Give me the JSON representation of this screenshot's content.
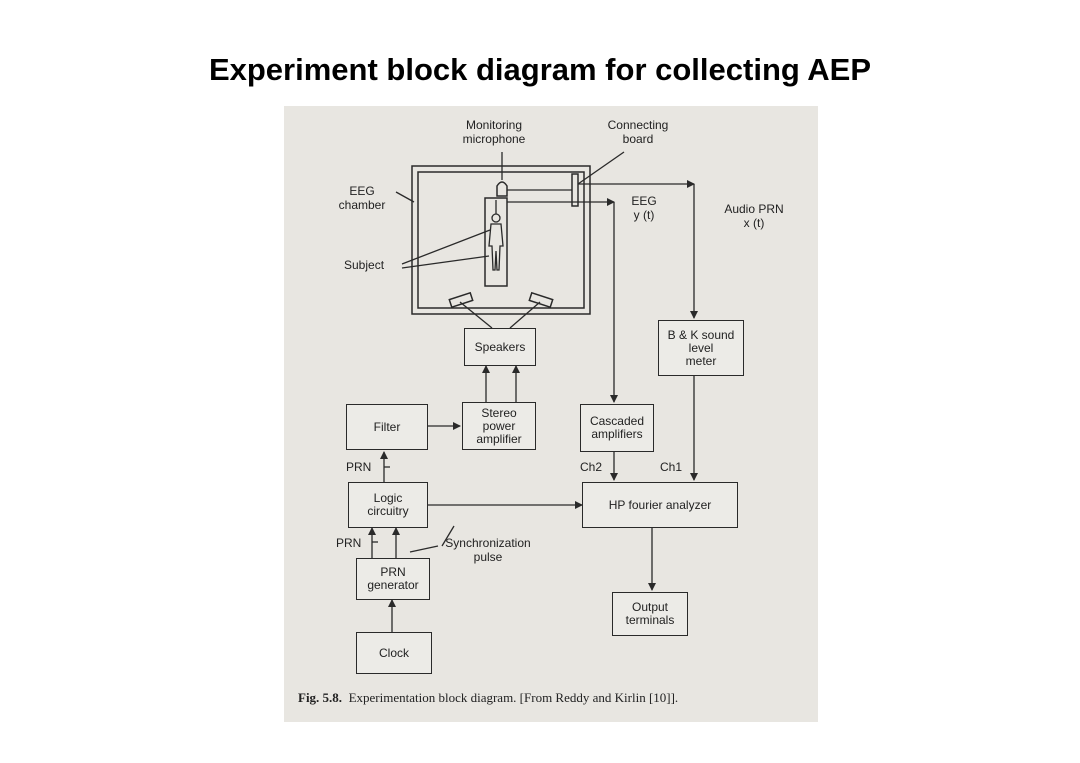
{
  "title": "Experiment block diagram for collecting AEP",
  "labels": {
    "monitoring_mic": "Monitoring\nmicrophone",
    "connecting_board": "Connecting\nboard",
    "eeg_chamber": "EEG\nchamber",
    "subject": "Subject",
    "eeg_signal": "EEG\ny (t)",
    "audio_prn": "Audio PRN\nx (t)",
    "prn_upper": "PRN",
    "prn_lower": "PRN",
    "ch2": "Ch2",
    "ch1": "Ch1",
    "sync_pulse": "Synchronization\npulse"
  },
  "blocks": {
    "speakers": "Speakers",
    "sound_meter": "B & K sound\nlevel\nmeter",
    "filter": "Filter",
    "stereo_amp": "Stereo\npower\namplifier",
    "cascaded_amp": "Cascaded\namplifiers",
    "logic": "Logic\ncircuitry",
    "hp_analyzer": "HP fourier analyzer",
    "prn_generator": "PRN\ngenerator",
    "output_terminals": "Output\nterminals",
    "clock": "Clock"
  },
  "caption": {
    "fig": "Fig. 5.8.",
    "text": "Experimentation block diagram. [From Reddy and Kirlin [10]]."
  }
}
